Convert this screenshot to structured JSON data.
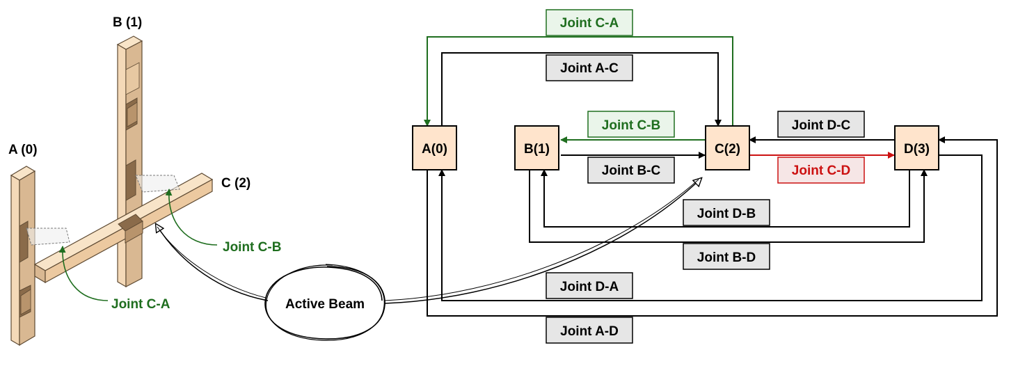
{
  "colors": {
    "wood_fill": "#f4d9b8",
    "wood_stroke": "#5e4a33",
    "node_fill": "#ffe4cc",
    "label_fill": "#e6e6e6",
    "green": "#1f6e1f",
    "green_label_fill": "#eaf5ea",
    "red": "#cc1111",
    "red_label_fill": "#f6e6e6",
    "black": "#000000"
  },
  "illustration": {
    "post_a_label": "A (0)",
    "post_b_label": "B (1)",
    "beam_c_label": "C (2)",
    "callout_joint_ca": "Joint C-A",
    "callout_joint_cb": "Joint C-B",
    "active_beam": "Active Beam"
  },
  "graph": {
    "nodes": {
      "a": "A(0)",
      "b": "B(1)",
      "c": "C(2)",
      "d": "D(3)"
    },
    "edges": {
      "joint_ca": "Joint C-A",
      "joint_ac": "Joint A-C",
      "joint_cb": "Joint C-B",
      "joint_bc": "Joint B-C",
      "joint_dc": "Joint D-C",
      "joint_cd": "Joint C-D",
      "joint_db": "Joint D-B",
      "joint_bd": "Joint B-D",
      "joint_da": "Joint D-A",
      "joint_ad": "Joint A-D"
    }
  }
}
